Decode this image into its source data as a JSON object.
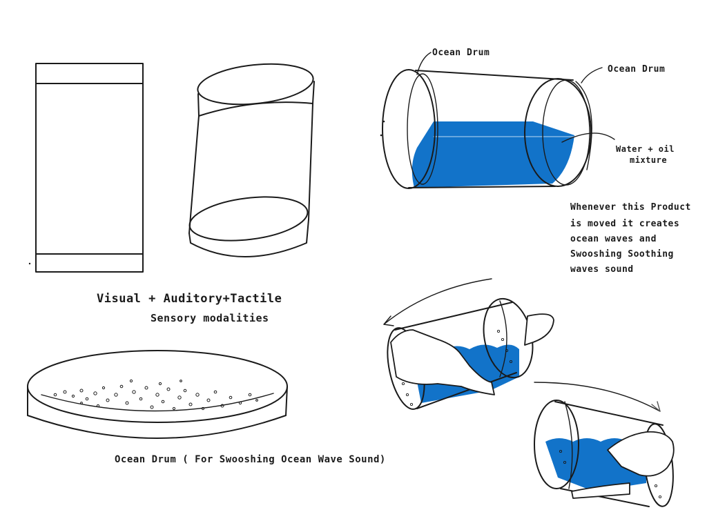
{
  "colors": {
    "ink": "#1a1a1a",
    "water": "#1273c9",
    "paper": "#ffffff"
  },
  "labels": {
    "ocean_drum_left": "Ocean Drum",
    "ocean_drum_right": "Ocean Drum",
    "water_oil_line1": "Water + oil",
    "water_oil_line2": "mixture",
    "description": [
      "Whenever this Product",
      "is moved it creates",
      "ocean waves and",
      "Swooshing Soothing",
      "waves sound"
    ],
    "modalities_line1": "Visual + Auditory+Tactile",
    "modalities_line2": "Sensory modalities",
    "caption": "Ocean Drum ( For Swooshing Ocean Wave Sound)"
  }
}
